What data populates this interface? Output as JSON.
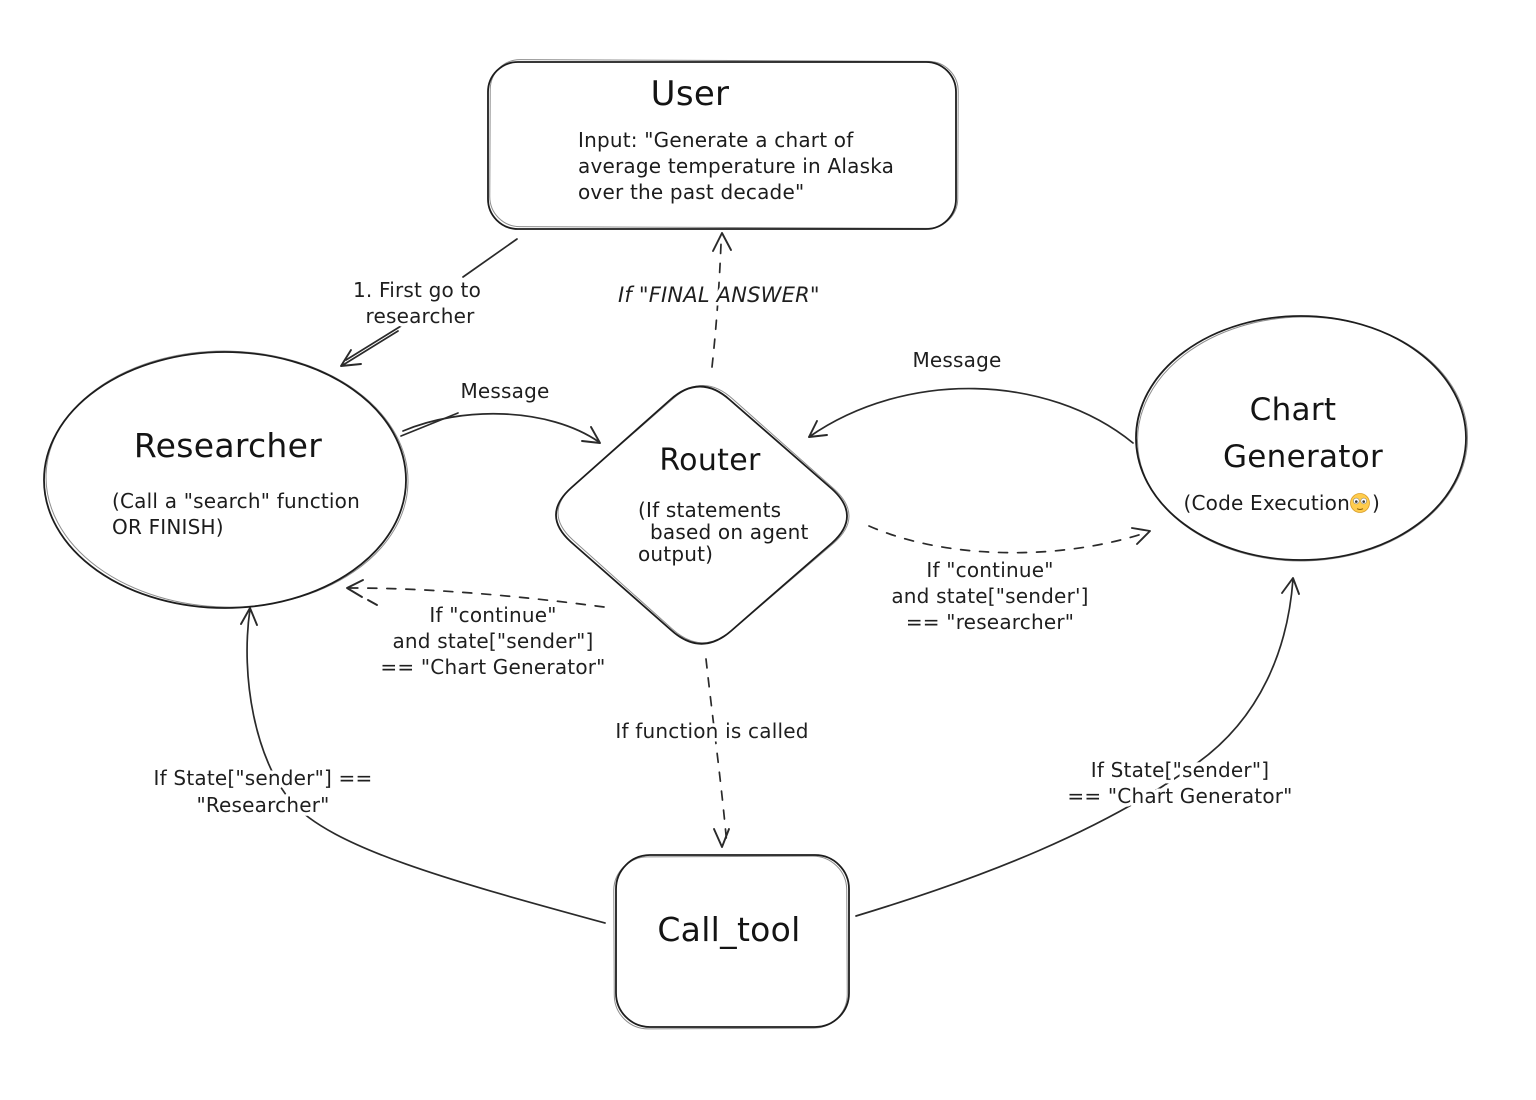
{
  "canvas": {
    "background": "#ffffff",
    "stroke": "#1e1e1e"
  },
  "nodes": {
    "user": {
      "title": "User",
      "input_lines": [
        "Input: \"Generate a chart of",
        "average temperature in Alaska",
        "over the past decade\""
      ]
    },
    "researcher": {
      "title": "Researcher",
      "subtitle_lines": [
        "(Call a \"search\" function",
        "OR FINISH)"
      ]
    },
    "router": {
      "title": "Router",
      "subtitle_lines": [
        "(If statements",
        "based on agent",
        "output)"
      ]
    },
    "chart_generator": {
      "title_lines": [
        "Chart",
        "Generator"
      ],
      "subtitle_prefix": "(Code Execution",
      "emoji": "😳",
      "emoji_name": "flushed-face-emoji",
      "subtitle_suffix": ")"
    },
    "call_tool": {
      "title": "Call_tool"
    }
  },
  "edges": {
    "user_to_researcher": {
      "style": "solid",
      "label_lines": [
        "1. First go to",
        "researcher"
      ]
    },
    "router_to_user": {
      "style": "dashed",
      "label": "If \"FINAL ANSWER\""
    },
    "researcher_to_router": {
      "style": "solid",
      "label": "Message"
    },
    "chart_generator_to_router": {
      "style": "solid",
      "label": "Message"
    },
    "router_to_researcher": {
      "style": "dashed",
      "label_lines": [
        "If \"continue\"",
        "and state[\"sender\"]",
        "== \"Chart Generator\""
      ]
    },
    "router_to_chart_generator": {
      "style": "dashed",
      "label_lines": [
        "If \"continue\"",
        "and state[\"sender']",
        "== \"researcher\""
      ]
    },
    "router_to_call_tool": {
      "style": "dashed",
      "label": "If function is called"
    },
    "call_tool_to_researcher": {
      "style": "solid",
      "label_lines": [
        "If State[\"sender\"] ==",
        "\"Researcher\""
      ]
    },
    "call_tool_to_chart_generator": {
      "style": "solid",
      "label_lines": [
        "If State[\"sender\"]",
        "== \"Chart Generator\""
      ]
    }
  }
}
